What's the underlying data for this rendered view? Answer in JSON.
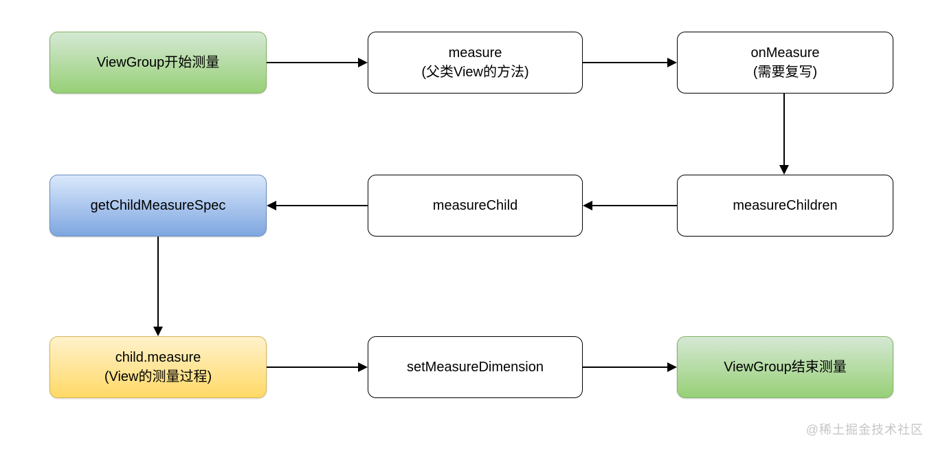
{
  "nodes": [
    {
      "id": "viewgroup-start",
      "label": "ViewGroup开始测量",
      "fill": "green"
    },
    {
      "id": "measure",
      "label": "measure\n(父类View的方法)",
      "fill": "white"
    },
    {
      "id": "onmeasure",
      "label": "onMeasure\n(需要复写)",
      "fill": "white"
    },
    {
      "id": "getchildmeasurespec",
      "label": "getChildMeasureSpec",
      "fill": "blue"
    },
    {
      "id": "measurechild",
      "label": "measureChild",
      "fill": "white"
    },
    {
      "id": "measurechildren",
      "label": "measureChildren",
      "fill": "white"
    },
    {
      "id": "child-measure",
      "label": "child.measure\n(View的测量过程)",
      "fill": "yellow"
    },
    {
      "id": "setmeasuredimension",
      "label": "setMeasureDimension",
      "fill": "white"
    },
    {
      "id": "viewgroup-end",
      "label": "ViewGroup结束测量",
      "fill": "green"
    }
  ],
  "edges": [
    {
      "from": "viewgroup-start",
      "to": "measure",
      "direction": "right"
    },
    {
      "from": "measure",
      "to": "onmeasure",
      "direction": "right"
    },
    {
      "from": "onmeasure",
      "to": "measurechildren",
      "direction": "down"
    },
    {
      "from": "measurechildren",
      "to": "measurechild",
      "direction": "left"
    },
    {
      "from": "measurechild",
      "to": "getchildmeasurespec",
      "direction": "left"
    },
    {
      "from": "getchildmeasurespec",
      "to": "child-measure",
      "direction": "down"
    },
    {
      "from": "child-measure",
      "to": "setmeasuredimension",
      "direction": "right"
    },
    {
      "from": "setmeasuredimension",
      "to": "viewgroup-end",
      "direction": "right"
    }
  ],
  "colors": {
    "green_fill_top": "#d5e8d4",
    "green_fill_bottom": "#97d077",
    "green_border": "#82b366",
    "blue_fill_top": "#dae8fc",
    "blue_fill_bottom": "#7ea6e0",
    "blue_border": "#6c8ebf",
    "yellow_fill_top": "#fff2cc",
    "yellow_fill_bottom": "#ffd966",
    "yellow_border": "#d6b656",
    "white_fill": "#ffffff",
    "line_color": "#000000",
    "watermark_color": "#c6c6c6"
  },
  "watermark": "@稀土掘金技术社区"
}
